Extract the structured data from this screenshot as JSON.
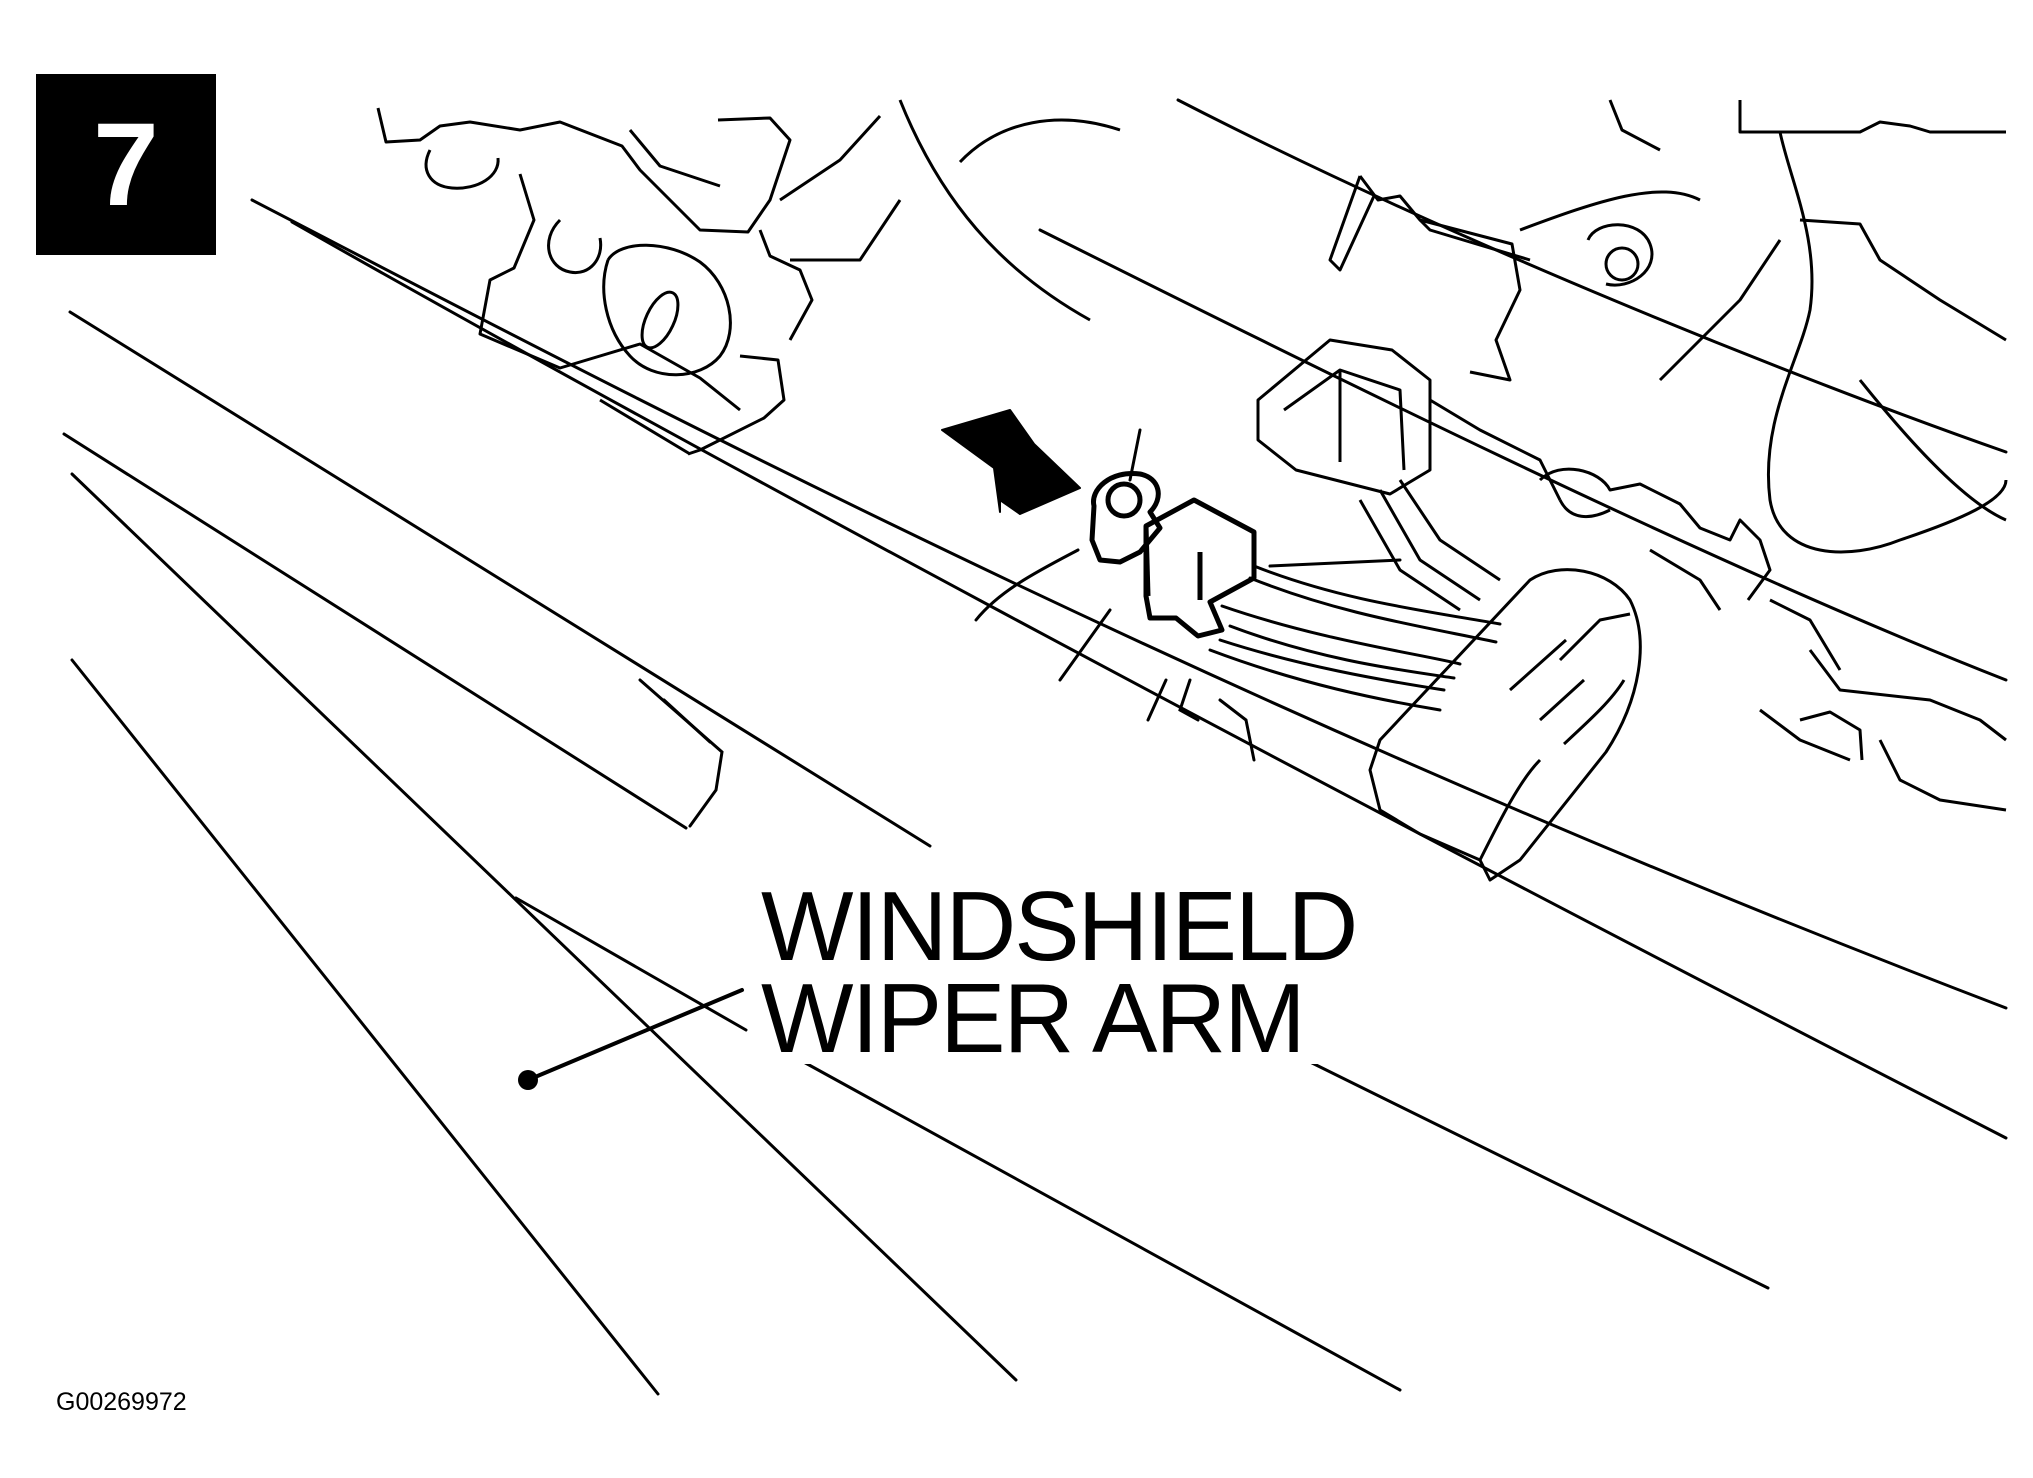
{
  "figure": {
    "step_number": "7",
    "callout": {
      "line1": "WINDSHIELD",
      "line2": "WIPER ARM"
    },
    "figure_id": "G00269972"
  },
  "colors": {
    "ink": "#000000",
    "paper": "#ffffff"
  }
}
